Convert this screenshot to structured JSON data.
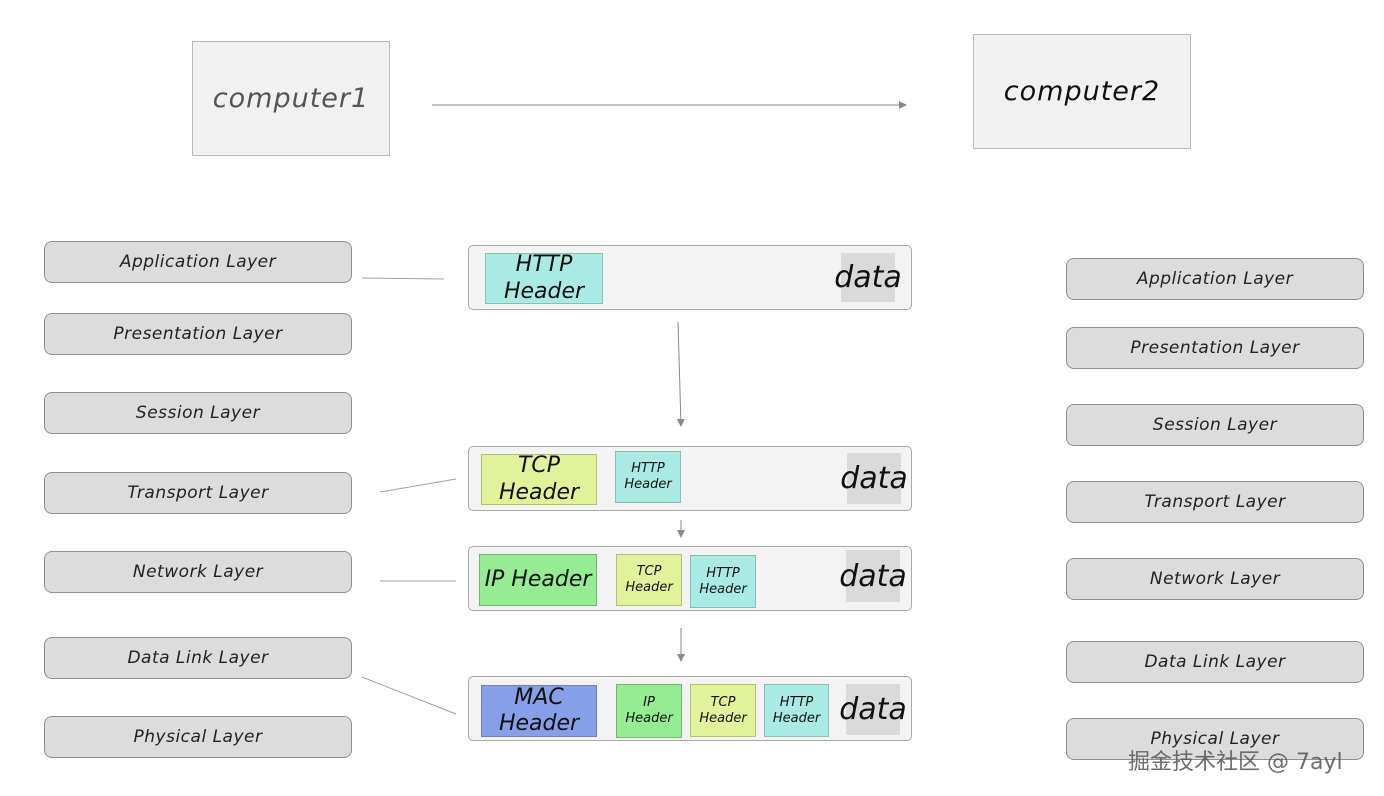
{
  "computers": {
    "left": "computer1",
    "right": "computer2"
  },
  "left_layers": [
    "Application  Layer",
    "Presentation Layer",
    "Session Layer",
    "Transport Layer",
    "Network Layer",
    "Data Link Layer",
    "Physical Layer"
  ],
  "right_layers": [
    "Application  Layer",
    "Presentation Layer",
    "Session Layer",
    "Transport Layer",
    "Network Layer",
    "Data Link Layer",
    "Physical Layer"
  ],
  "packets": {
    "application": {
      "http": "HTTP Header",
      "data": "data"
    },
    "transport": {
      "tcp": "TCP Header",
      "http_l1": "HTTP",
      "http_l2": "Header",
      "data": "data"
    },
    "network": {
      "ip": "IP Header",
      "tcp_l1": "TCP",
      "tcp_l2": "Header",
      "http_l1": "HTTP",
      "http_l2": "Header",
      "data": "data"
    },
    "datalink": {
      "mac": "MAC Header",
      "ip_l1": "IP",
      "ip_l2": "Header",
      "tcp_l1": "TCP",
      "tcp_l2": "Header",
      "http_l1": "HTTP",
      "http_l2": "Header",
      "data": "data"
    }
  },
  "colors": {
    "http": "#a9ebe3",
    "tcp": "#e2f29a",
    "ip": "#95ec93",
    "mac": "#869fe8",
    "data": "#dadada"
  },
  "watermark": "掘金技术社区 @ 7ayl"
}
